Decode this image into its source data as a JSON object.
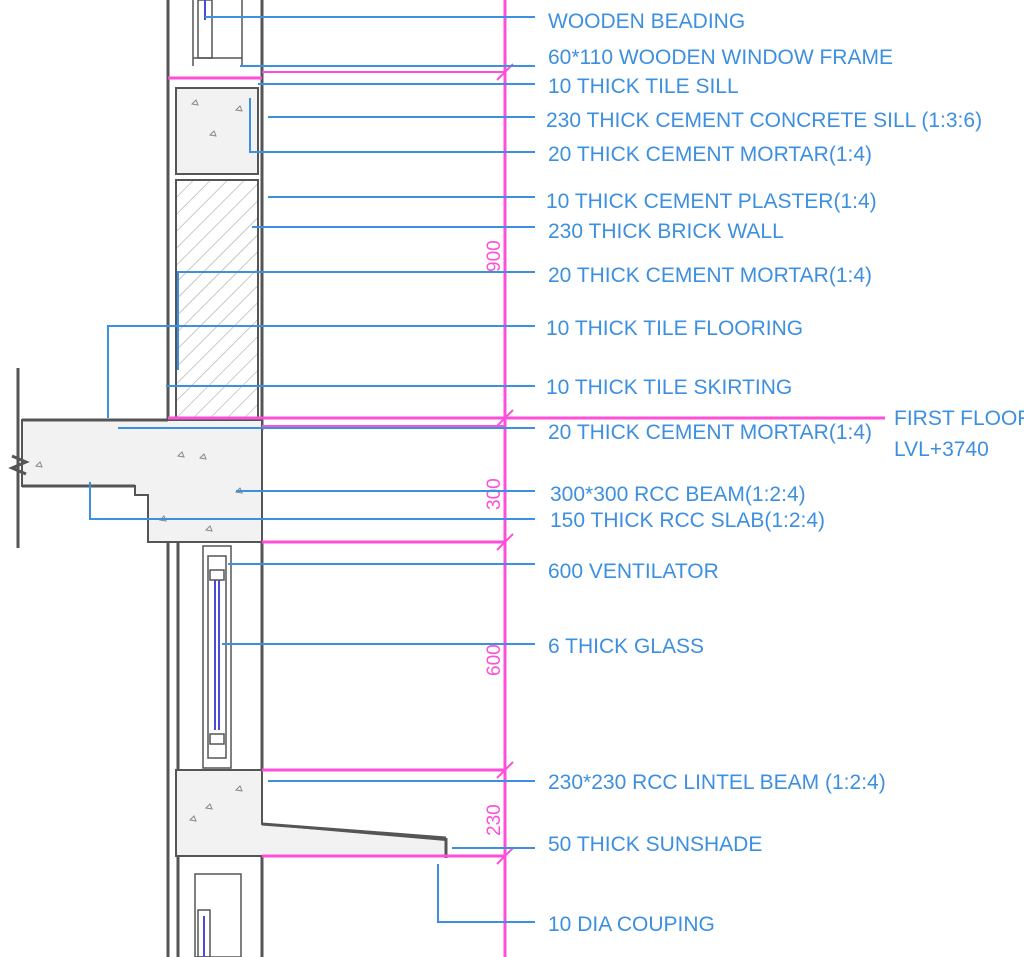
{
  "colors": {
    "label": "#3d8fe0",
    "dimension": "#ff4fd8",
    "structure": "#555555",
    "glass": "#4a4ad8"
  },
  "labels": [
    {
      "id": "wooden-beading",
      "text": "WOODEN BEADING"
    },
    {
      "id": "wooden-window-frame",
      "text": "60*110 WOODEN WINDOW FRAME"
    },
    {
      "id": "tile-sill",
      "text": "10 THICK TILE SILL"
    },
    {
      "id": "concrete-sill",
      "text": "230 THICK CEMENT CONCRETE SILL (1:3:6)"
    },
    {
      "id": "cement-mortar-1",
      "text": "20 THICK CEMENT MORTAR(1:4)"
    },
    {
      "id": "cement-plaster",
      "text": "10 THICK CEMENT PLASTER(1:4)"
    },
    {
      "id": "brick-wall",
      "text": "230  THICK BRICK WALL"
    },
    {
      "id": "cement-mortar-2",
      "text": "20 THICK CEMENT MORTAR(1:4)"
    },
    {
      "id": "tile-flooring",
      "text": "10 THICK TILE FLOORING"
    },
    {
      "id": "tile-skirting",
      "text": "10 THICK TILE SKIRTING"
    },
    {
      "id": "cement-mortar-3",
      "text": "20 THICK CEMENT MORTAR(1:4)"
    },
    {
      "id": "rcc-beam",
      "text": "300*300 RCC BEAM(1:2:4)"
    },
    {
      "id": "rcc-slab",
      "text": "150 THICK RCC SLAB(1:2:4)"
    },
    {
      "id": "ventilator",
      "text": "600 VENTILATOR"
    },
    {
      "id": "glass",
      "text": "6 THICK GLASS"
    },
    {
      "id": "lintel-beam",
      "text": "230*230 RCC LINTEL BEAM (1:2:4)"
    },
    {
      "id": "sunshade",
      "text": "50 THICK SUNSHADE"
    },
    {
      "id": "couping",
      "text": "10 DIA COUPING"
    }
  ],
  "floor_level": {
    "line1": "FIRST FLOOR",
    "line2": "LVL+3740"
  },
  "dimensions": {
    "d900": "900",
    "d300": "300",
    "d600": "600",
    "d230": "230"
  }
}
